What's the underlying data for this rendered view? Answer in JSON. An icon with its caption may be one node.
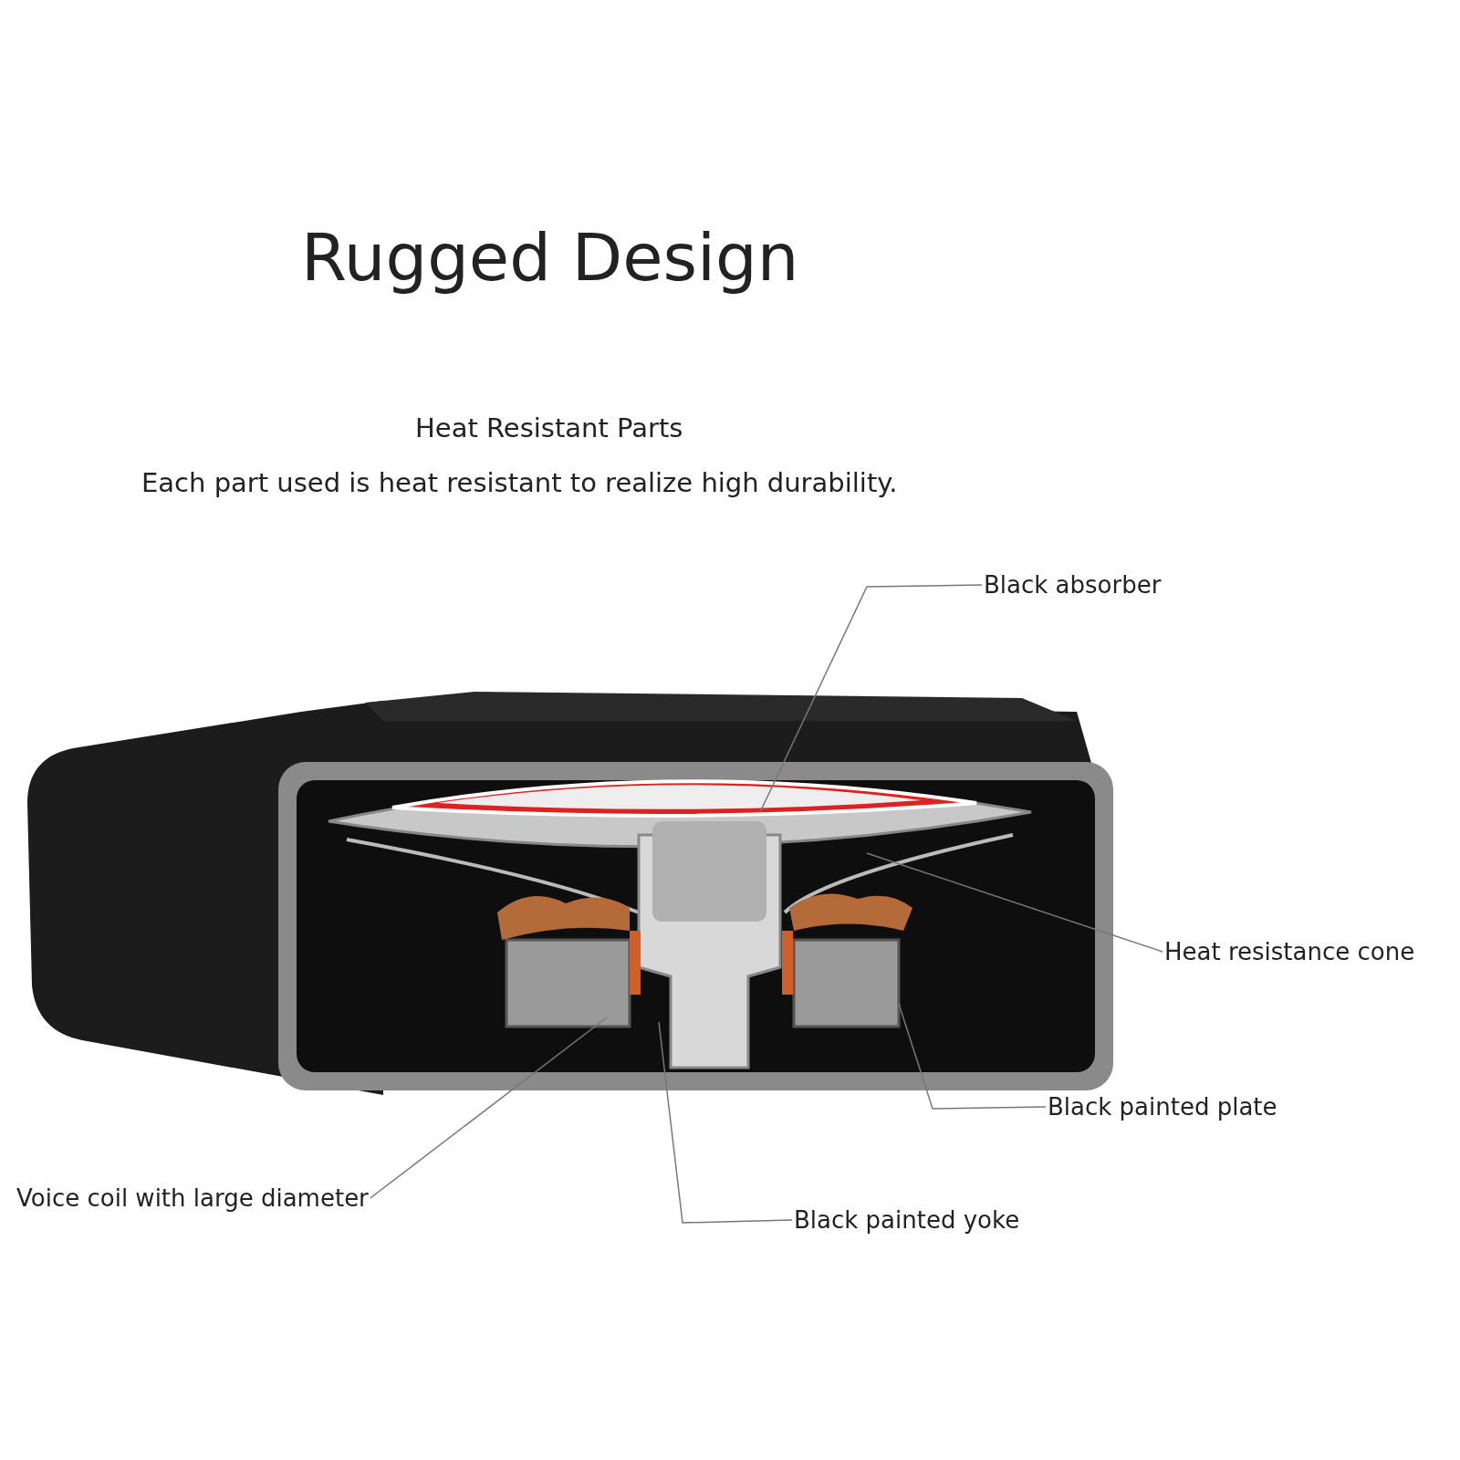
{
  "diagram": {
    "title": "Rugged Design",
    "nodes": [
      {
        "text": [
          "Black absorber"
        ]
      },
      {
        "text": [
          "Heat resistance cone"
        ]
      },
      {
        "text": [
          "Black painted plate"
        ]
      },
      {
        "text": [
          "Voice coil with large diameter"
        ]
      },
      {
        "text": [
          "Black painted yoke"
        ]
      }
    ],
    "edges": [
      {
        "from": 0,
        "to": null,
        "arrow": "none"
      },
      {
        "from": 1,
        "to": null,
        "arrow": "none"
      },
      {
        "from": 2,
        "to": null,
        "arrow": "none"
      },
      {
        "from": 3,
        "to": null,
        "arrow": "none"
      },
      {
        "from": 4,
        "to": null,
        "arrow": "none"
      }
    ],
    "labels": [
      "Heat Resistant Parts",
      "Each part used is heat resistant to realize high durability."
    ]
  }
}
